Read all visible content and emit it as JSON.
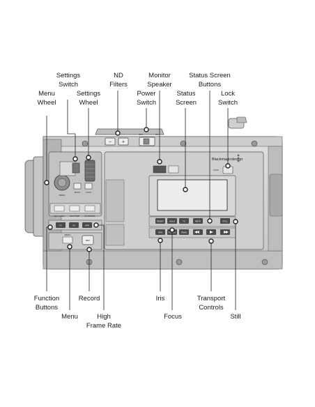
{
  "callouts": {
    "menu_wheel": "Menu\nWheel",
    "settings_switch": "Settings\nSwitch",
    "settings_wheel": "Settings\nWheel",
    "nd_filters": "ND\nFilters",
    "power_switch": "Power\nSwitch",
    "monitor_speaker": "Monitor\nSpeaker",
    "status_screen": "Status\nScreen",
    "status_screen_buttons": "Status Screen\nButtons",
    "lock_switch": "Lock\nSwitch",
    "function_buttons": "Function\nButtons",
    "menu": "Menu",
    "record": "Record",
    "high_frame_rate": "High\nFrame Rate",
    "iris": "Iris",
    "focus": "Focus",
    "transport_controls": "Transport\nControls",
    "still": "Still"
  },
  "camera_labels": {
    "brand": "Blackmagicdesign",
    "lock": "LOCK",
    "menu": "MENU",
    "back": "BACK",
    "lock_small": "LOCK",
    "iso_gain": "ISO / GAIN",
    "shutter": "SHUTTER",
    "white_bal": "WHITE BAL",
    "f1": "F1",
    "f2": "F2",
    "hfr": "HFR",
    "menu_btn": "MENU",
    "rec": "REC",
    "power_on": "ON",
    "power_off": "OFF",
    "reset": "RESET",
    "hold": "HOLD",
    "tc": "TC",
    "meta": "META",
    "still": "STILL",
    "iris": "IRIS",
    "focus": "FOCUS",
    "peak": "PEAK"
  },
  "colors": {
    "body": "#d4d4d4",
    "body_dark": "#a8a8a8",
    "outline": "#555555",
    "screen": "#e8e8e8",
    "button": "#4a4a4a",
    "marker": "#222222"
  }
}
